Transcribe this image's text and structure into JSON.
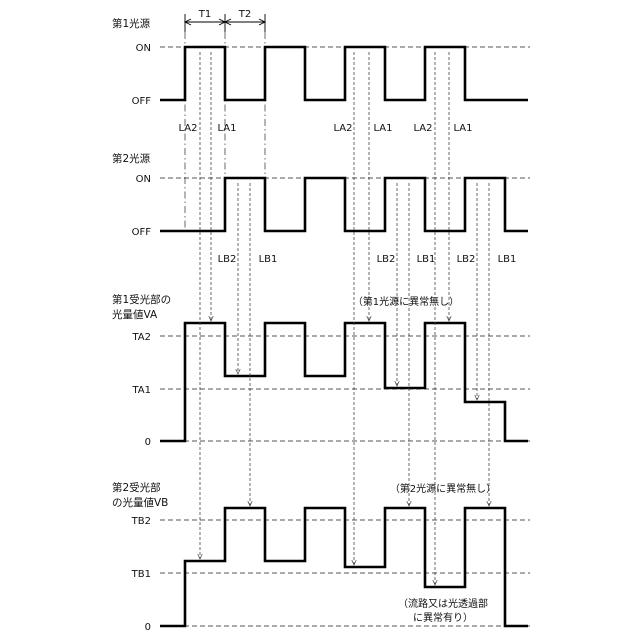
{
  "sections": [
    {
      "key": "l1",
      "title_lines": [
        "第1光源"
      ],
      "levels": [
        "ON",
        "OFF"
      ]
    },
    {
      "key": "l2",
      "title_lines": [
        "第2光源"
      ],
      "levels": [
        "ON",
        "OFF"
      ]
    },
    {
      "key": "va",
      "title_lines": [
        "第1受光部の",
        "光量値VA"
      ],
      "levels": [
        "TA2",
        "TA1",
        "0"
      ]
    },
    {
      "key": "vb",
      "title_lines": [
        "第2受光部",
        "の光量値VB"
      ],
      "levels": [
        "TB2",
        "TB1",
        "0"
      ]
    }
  ],
  "period_labels": [
    "T1",
    "T2"
  ],
  "pulse_labels_l1": [
    "LA2",
    "LA1",
    "LA2",
    "LA1",
    "LA2",
    "LA1"
  ],
  "pulse_labels_l2": [
    "LB2",
    "LB1",
    "LB2",
    "LB1",
    "LB2",
    "LB1"
  ],
  "annotations": {
    "va_note": "（第1光源に異常無し）",
    "vb_note": "（第2光源に異常無し）",
    "vb_fault_lines": [
      "（流路又は光透過部",
      "に異常有り）"
    ]
  }
}
